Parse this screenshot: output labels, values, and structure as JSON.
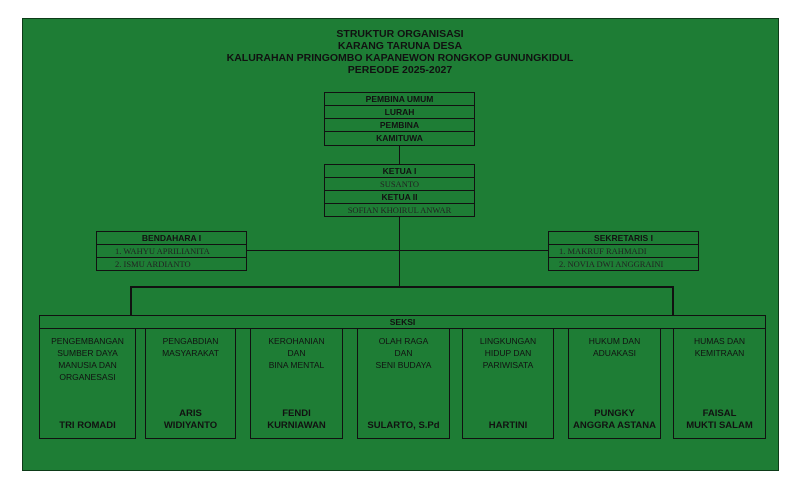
{
  "title": [
    "STRUKTUR ORGANISASI",
    "KARANG TARUNA DESA",
    "KALURAHAN PRINGOMBO KAPANEWON RONGKOP GUNUNGKIDUL",
    "PEREODE 2025-2027"
  ],
  "pembina": [
    "PEMBINA UMUM",
    "LURAH",
    "PEMBINA",
    "KAMITUWA"
  ],
  "ketua": {
    "k1_label": "KETUA I",
    "k1_name": "SUSANTO",
    "k2_label": "KETUA II",
    "k2_name": "SOFIAN KHOIRUL ANWAR"
  },
  "bendahara": {
    "label": "BENDAHARA I",
    "members": [
      "1.  WAHYU APRILIANITA",
      "2.   ISMU ARDIANTO"
    ]
  },
  "sekretaris": {
    "label": "SEKRETARIS I",
    "members": [
      "1.  MAKRUF RAHMADI",
      "2. NOVIA DWI ANGGRAINI"
    ]
  },
  "seksi": {
    "label": "SEKSI",
    "items": [
      {
        "name": "PENGEMBANGAN\nSUMBER DAYA\nMANUSIA DAN\nORGANESASI",
        "person": "TRI ROMADI"
      },
      {
        "name": "PENGABDIAN\nMASYARAKAT",
        "person": "ARIS\nWIDIYANTO"
      },
      {
        "name": "KEROHANIAN\nDAN\nBINA MENTAL",
        "person": "FENDI\nKURNIAWAN"
      },
      {
        "name": "OLAH RAGA\nDAN\nSENI BUDAYA",
        "person": "SULARTO, S.Pd"
      },
      {
        "name": "LINGKUNGAN\nHIDUP DAN\nPARIWISATA",
        "person": "HARTINI"
      },
      {
        "name": "HUKUM DAN\nADUAKASI",
        "person": "PUNGKY\nANGGRA ASTANA"
      },
      {
        "name": "HUMAS DAN\nKEMITRAAN",
        "person": "FAISAL\nMUKTI SALAM"
      }
    ]
  },
  "colors": {
    "background": "#1e7d35",
    "line": "#111111"
  }
}
